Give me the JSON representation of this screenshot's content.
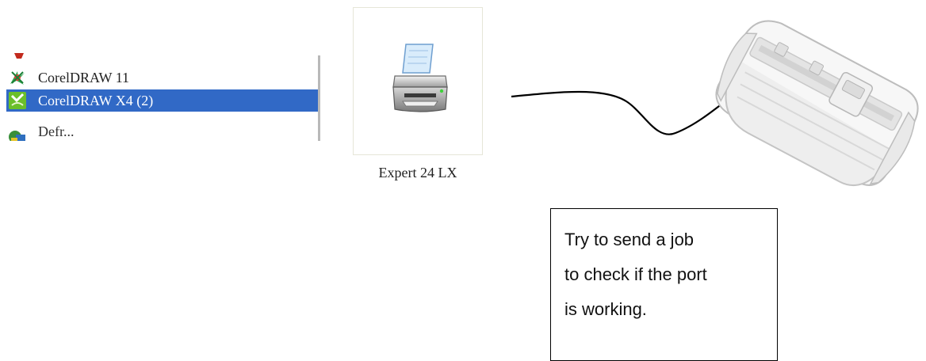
{
  "program_list": {
    "items": [
      {
        "label": "",
        "icon": "red-app-icon",
        "state": "partial-top"
      },
      {
        "label": "CorelDRAW 11",
        "icon": "coreldraw-11-icon",
        "state": "normal"
      },
      {
        "label": "CorelDRAW X4 (2)",
        "icon": "coreldraw-x4-icon",
        "state": "selected"
      },
      {
        "label": "Defr...",
        "icon": "defrag-icon",
        "state": "partial-bottom"
      }
    ],
    "selected_color": "#3169c6"
  },
  "printer": {
    "icon": "printer-icon",
    "label": "Expert 24 LX"
  },
  "connector": {
    "icon": "curved-arrow"
  },
  "plotter": {
    "icon": "vinyl-cutter-plotter"
  },
  "note": {
    "lines": [
      "Try to send a job",
      "to check if the port",
      "is working."
    ]
  }
}
